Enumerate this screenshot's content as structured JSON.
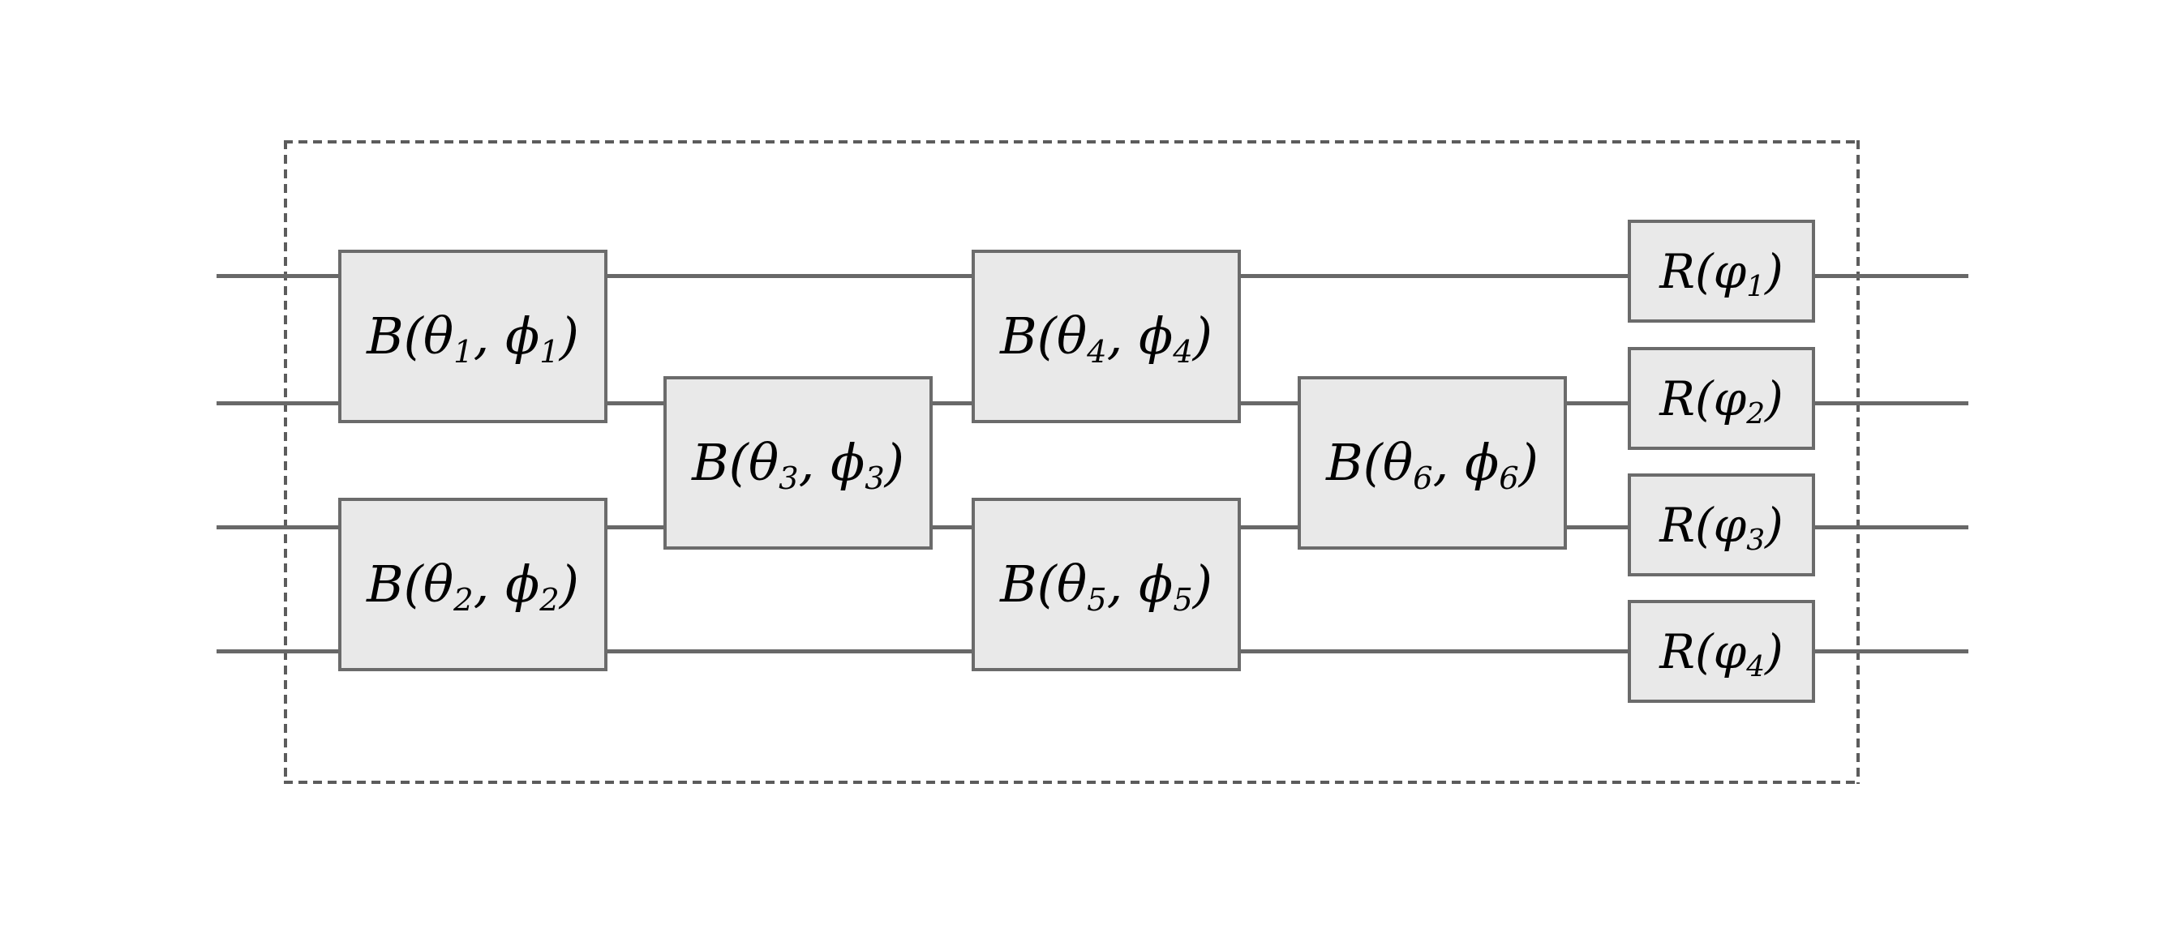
{
  "figure": {
    "description": "4-mode photonic quantum circuit with beamsplitter and rotation gates inside a dashed boundary",
    "wire_count": 4,
    "colors": {
      "background": "#ffffff",
      "gate_fill": "#e9e9e9",
      "gate_border": "#6b6b6b",
      "wire": "#686868",
      "dashed_boundary": "#5c5c5c",
      "text": "#000000"
    }
  },
  "gates": {
    "beamsplitters": [
      {
        "id": "B1",
        "prefix": "B(θ",
        "sub1": "1",
        "mid": ", ϕ",
        "sub2": "1",
        "suffix": ")",
        "wires": "1-2"
      },
      {
        "id": "B2",
        "prefix": "B(θ",
        "sub1": "2",
        "mid": ", ϕ",
        "sub2": "2",
        "suffix": ")",
        "wires": "3-4"
      },
      {
        "id": "B3",
        "prefix": "B(θ",
        "sub1": "3",
        "mid": ", ϕ",
        "sub2": "3",
        "suffix": ")",
        "wires": "2-3"
      },
      {
        "id": "B4",
        "prefix": "B(θ",
        "sub1": "4",
        "mid": ", ϕ",
        "sub2": "4",
        "suffix": ")",
        "wires": "1-2"
      },
      {
        "id": "B5",
        "prefix": "B(θ",
        "sub1": "5",
        "mid": ", ϕ",
        "sub2": "5",
        "suffix": ")",
        "wires": "3-4"
      },
      {
        "id": "B6",
        "prefix": "B(θ",
        "sub1": "6",
        "mid": ", ϕ",
        "sub2": "6",
        "suffix": ")",
        "wires": "2-3"
      }
    ],
    "rotations": [
      {
        "id": "R1",
        "prefix": "R(φ",
        "sub": "1",
        "suffix": ")",
        "wire": "1"
      },
      {
        "id": "R2",
        "prefix": "R(φ",
        "sub": "2",
        "suffix": ")",
        "wire": "2"
      },
      {
        "id": "R3",
        "prefix": "R(φ",
        "sub": "3",
        "suffix": ")",
        "wire": "3"
      },
      {
        "id": "R4",
        "prefix": "R(φ",
        "sub": "4",
        "suffix": ")",
        "wire": "4"
      }
    ]
  }
}
